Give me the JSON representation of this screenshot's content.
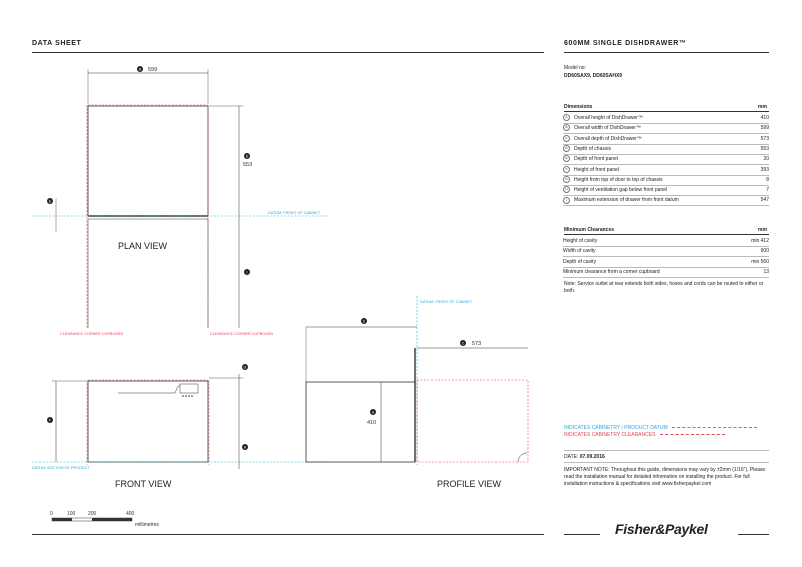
{
  "header": {
    "left_title": "DATA SHEET",
    "right_title": "600MM SINGLE DISHDRAWER™"
  },
  "model": {
    "label": "Model no:",
    "value": "DD60SAX9, DD60SAHX9"
  },
  "dimensions": {
    "heading": "Dimensions",
    "unit": "mm",
    "rows": [
      {
        "badge": "A",
        "label": "Overall height of DishDrawer™",
        "value": "410"
      },
      {
        "badge": "B",
        "label": "Overall width of DishDrawer™",
        "value": "599"
      },
      {
        "badge": "C",
        "label": "Overall depth of DishDrawer™",
        "value": "573"
      },
      {
        "badge": "D",
        "label": "Depth of chassis",
        "value": "553"
      },
      {
        "badge": "E",
        "label": "Depth of front panel",
        "value": "20"
      },
      {
        "badge": "F",
        "label": "Height of front panel",
        "value": "393"
      },
      {
        "badge": "G",
        "label": "Height from top of door to top of chassis",
        "value": "8"
      },
      {
        "badge": "H",
        "label": "Height of ventilation gap below front panel",
        "value": "7"
      },
      {
        "badge": "I",
        "label": "Maximum extension of drawer from front datum",
        "value": "547"
      }
    ]
  },
  "clearances": {
    "heading": "Minimum Clearances",
    "unit": "mm",
    "rows": [
      {
        "label": "Height of cavity",
        "value": "min 412"
      },
      {
        "label": "Width of cavity",
        "value": "600"
      },
      {
        "label": "Depth of cavity",
        "value": "min 560"
      },
      {
        "label": "Minimum clearance from a corner cupboard",
        "value": "13"
      }
    ],
    "note": "Note: Service outlet at rear extends both sides, hoses and cords can be routed to either or both."
  },
  "legend": {
    "datum": "INDICATES CABINETRY / PRODUCT DATUM",
    "clearance": "INDICATES CABINETRY CLEARANCES",
    "colors": {
      "datum": "#2aa7d9",
      "clearance": "#e0455a"
    }
  },
  "footer": {
    "date_label": "DATE:",
    "date_value": "07.09.2016",
    "important_note": "IMPORTANT NOTE: Throughout this guide, dimensions may vary by ±2mm (1/16\"). Please read the installation manual for detailed information on installing the product. For full installation instructions & specifications visit www.fisherpaykel.com",
    "brand": "Fisher&Paykel"
  },
  "drawing": {
    "plan_view": "PLAN VIEW",
    "front_view": "FRONT VIEW",
    "profile_view": "PROFILE VIEW",
    "dim_width": "599",
    "dim_depth": "553",
    "dim_height": "410",
    "dim_overall_depth": "573",
    "datum_front": "DATUM: FRONT OF CABINET",
    "datum_front_2": "DATUM: FRONT OF CABINET",
    "datum_bottom": "DATUM: BOTTOM OF PRODUCT",
    "clearance_left": "CLEARANCE CORNER CUPBOARD",
    "clearance_right": "CLEARANCE CORNER CUPBOARD",
    "badges": {
      "b": "B",
      "d": "D",
      "e": "E",
      "i": "I",
      "g": "G",
      "f": "F",
      "h": "H",
      "c": "C",
      "a": "A"
    }
  },
  "scale": {
    "ticks": [
      "0",
      "100",
      "200",
      "400"
    ],
    "unit": "millimetres"
  }
}
